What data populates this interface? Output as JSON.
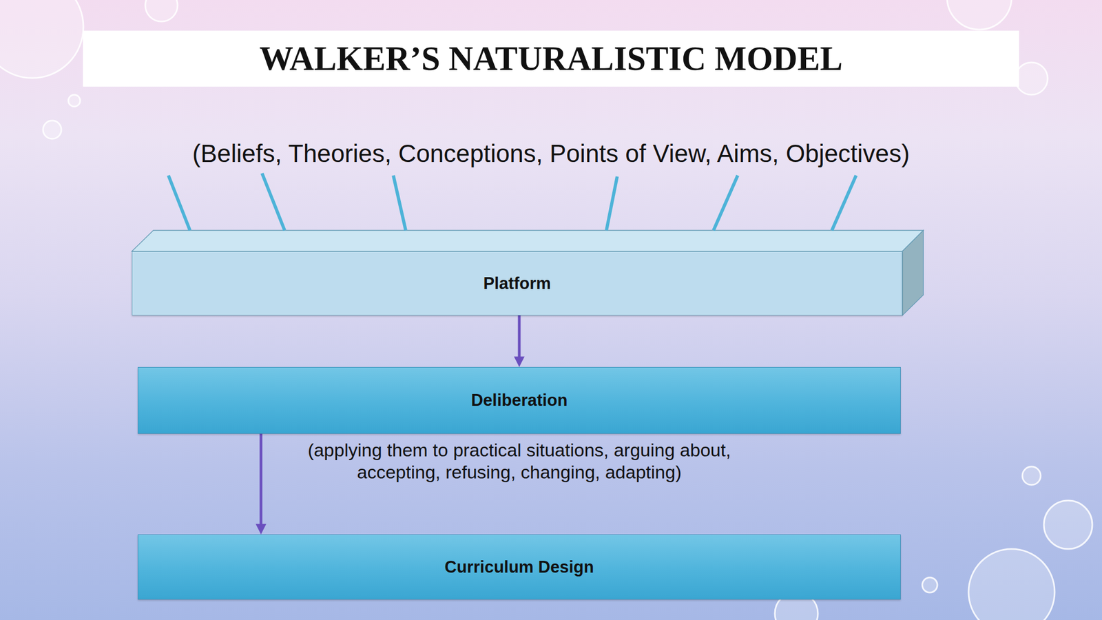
{
  "diagram": {
    "title": "WALKER’S NATURALISTIC MODEL",
    "nodes": [
      {
        "text": [
          "Platform"
        ]
      },
      {
        "text": [
          "Deliberation"
        ]
      },
      {
        "text": [
          "Curriculum Design"
        ]
      }
    ],
    "edges": [
      {
        "from": 0,
        "to": 1,
        "arrow": "to"
      },
      {
        "from": 1,
        "to": 2,
        "arrow": "to"
      }
    ],
    "labels": [
      "(Beliefs, Theories, Conceptions, Points of View, Aims, Objectives)",
      "(applying them to practical situations, arguing about, accepting, refusing, changing, adapting)"
    ]
  }
}
